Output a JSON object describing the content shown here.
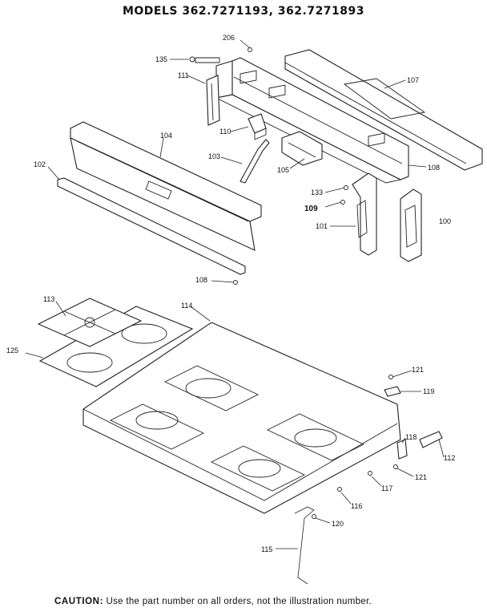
{
  "title": "MODELS 362.7271193, 362.7271893",
  "caution": {
    "label": "CAUTION:",
    "text": " Use the part number on all orders, not the illustration number."
  },
  "parts": {
    "p206": "206",
    "p135": "135",
    "p111": "111",
    "p107": "107",
    "p110": "110",
    "p104": "104",
    "p103": "103",
    "p102": "102",
    "p105": "105",
    "p108a": "108",
    "p133": "133",
    "p109": "109",
    "p101": "101",
    "p100": "100",
    "p108b": "108",
    "p113": "113",
    "p114": "114",
    "p125": "125",
    "p121a": "121",
    "p119": "119",
    "p118": "118",
    "p112": "112",
    "p121b": "121",
    "p117": "117",
    "p116": "116",
    "p120": "120",
    "p115": "115"
  }
}
